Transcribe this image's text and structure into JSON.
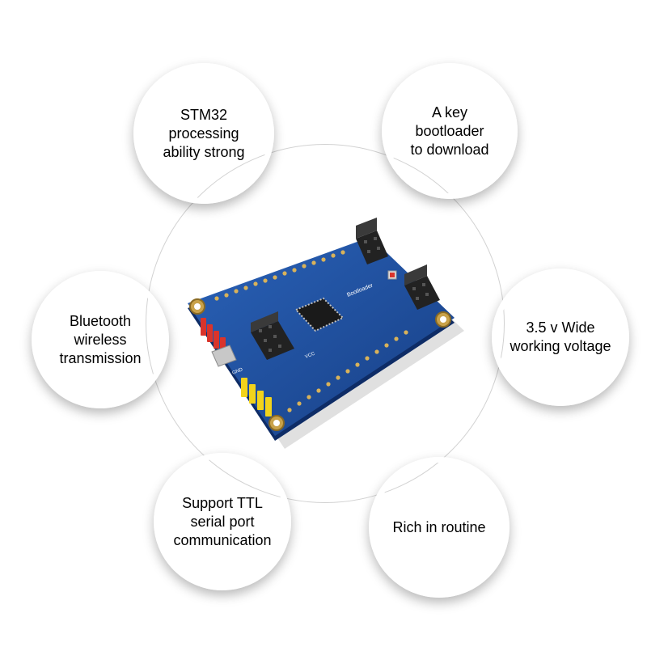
{
  "features": [
    {
      "lines": [
        "STM32",
        "processing",
        "ability strong"
      ],
      "color": "#5cc4f2"
    },
    {
      "lines": [
        "A key",
        "bootloader",
        "to download"
      ],
      "color": "#efefef"
    },
    {
      "lines": [
        "Bluetooth",
        "wireless",
        "transmission"
      ],
      "color": "#efefef"
    },
    {
      "lines": [
        "3.5 v Wide",
        "working voltage"
      ],
      "color": "#5cc4f2"
    },
    {
      "lines": [
        "Support TTL",
        "serial port",
        "communication"
      ],
      "color": "#5cc4f2"
    },
    {
      "lines": [
        "Rich in routine"
      ],
      "color": "#efefef"
    }
  ],
  "board": {
    "silkscreen_bootloader": "Bootloader",
    "silkscreen_gnd": "GND",
    "silkscreen_vcc": "VCC",
    "pcb_color": "#1f4f9e",
    "pin_colors": [
      "#d9342b",
      "#f2d31b"
    ]
  }
}
